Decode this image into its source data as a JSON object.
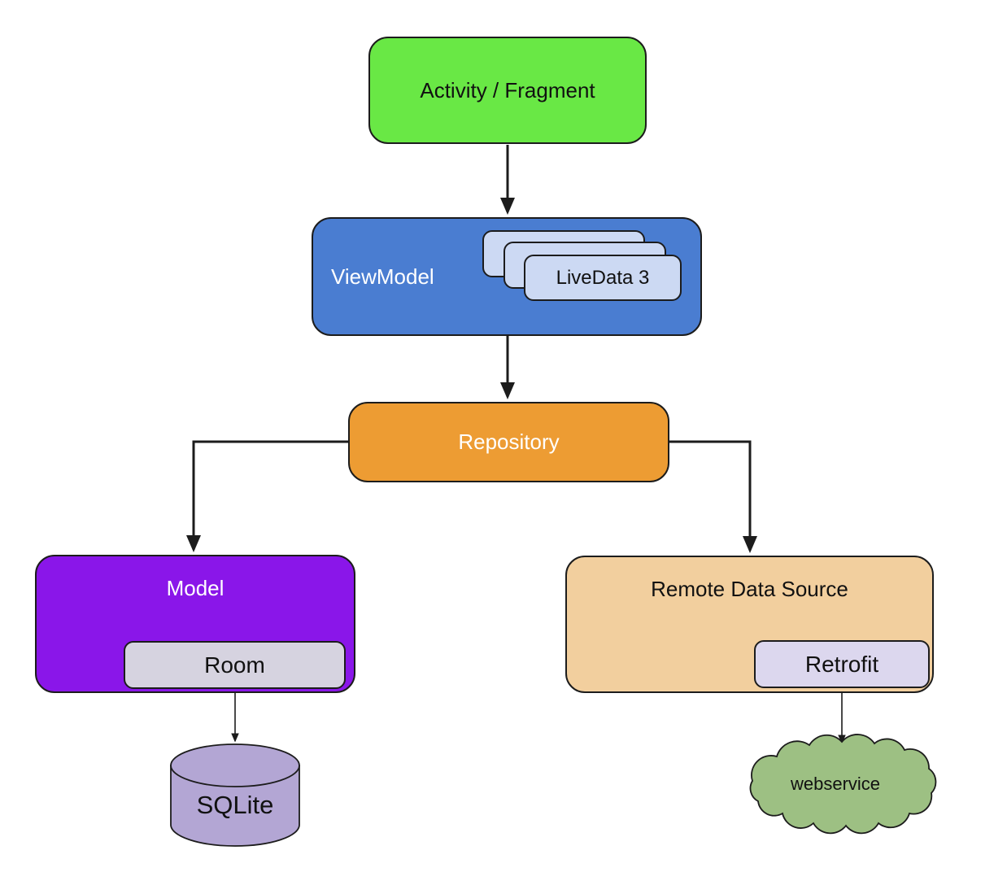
{
  "diagram": {
    "background": "#ffffff",
    "line_color": "#1c1c1c",
    "nodes": {
      "activity_fragment": {
        "label": "Activity / Fragment",
        "fill": "#69E845",
        "text_color": "#111111"
      },
      "viewmodel": {
        "label": "ViewModel",
        "fill": "#4A7DD1",
        "text_color": "#ffffff"
      },
      "livedata": {
        "label": "LiveData 3",
        "fill": "#CCD9F3",
        "text_color": "#111111",
        "stack_count": 3
      },
      "repository": {
        "label": "Repository",
        "fill": "#ED9C33",
        "text_color": "#ffffff"
      },
      "model": {
        "label": "Model",
        "fill": "#8A16E9",
        "text_color": "#ffffff"
      },
      "room": {
        "label": "Room",
        "fill": "#D6D3E0",
        "text_color": "#111111"
      },
      "remote_data_source": {
        "label": "Remote Data Source",
        "fill": "#F2CF9E",
        "text_color": "#111111"
      },
      "retrofit": {
        "label": "Retrofit",
        "fill": "#DCD7EE",
        "text_color": "#111111"
      },
      "sqlite": {
        "label": "SQLite",
        "fill": "#B3A6D4",
        "text_color": "#111111"
      },
      "webservice": {
        "label": "webservice",
        "fill": "#9DC083",
        "text_color": "#111111"
      }
    },
    "edges": [
      {
        "from": "activity_fragment",
        "to": "viewmodel"
      },
      {
        "from": "viewmodel",
        "to": "repository"
      },
      {
        "from": "repository",
        "to": "model"
      },
      {
        "from": "repository",
        "to": "remote_data_source"
      },
      {
        "from": "room",
        "to": "sqlite"
      },
      {
        "from": "retrofit",
        "to": "webservice"
      }
    ]
  }
}
